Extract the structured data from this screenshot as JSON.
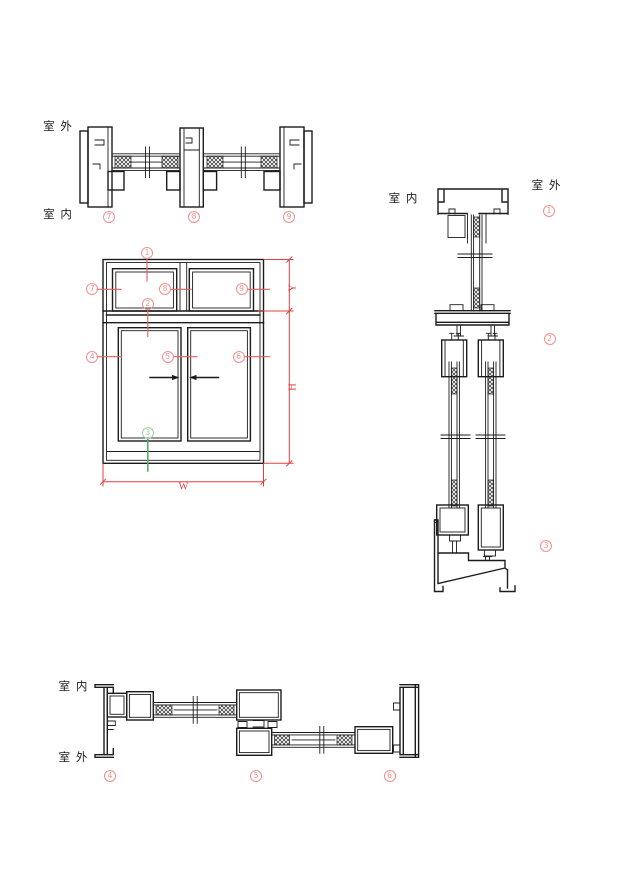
{
  "colors": {
    "line": "#1c1c1c",
    "annotation_red": "#f0908e",
    "leader_red": "#e2625f",
    "dim_red": "#e2403d",
    "annotation_green": "#9ccfa4",
    "leader_green": "#55b164"
  },
  "labels": {
    "outdoor": "室 外",
    "indoor": "室 内"
  },
  "dims": {
    "w": "W",
    "h": "H",
    "y": "Y"
  },
  "markers": {
    "1": "1",
    "2": "2",
    "3": "3",
    "4": "4",
    "5": "5",
    "6": "6",
    "7": "7",
    "8": "8",
    "9": "9"
  },
  "views": {
    "top_section": {
      "outdoor_side": "top",
      "indoor_side": "bottom",
      "markers": [
        "7",
        "8",
        "9"
      ]
    },
    "elevation": {
      "red_markers": [
        "1",
        "2",
        "4",
        "5",
        "6",
        "7",
        "8",
        "9"
      ],
      "green_marker": "3",
      "dimension_labels": [
        "W",
        "H",
        "Y"
      ]
    },
    "vertical_section": {
      "indoor_side": "left",
      "outdoor_side": "right",
      "markers": [
        "1",
        "2",
        "3"
      ]
    },
    "bottom_section": {
      "indoor_side": "top",
      "outdoor_side": "bottom",
      "markers": [
        "4",
        "5",
        "6"
      ]
    }
  }
}
